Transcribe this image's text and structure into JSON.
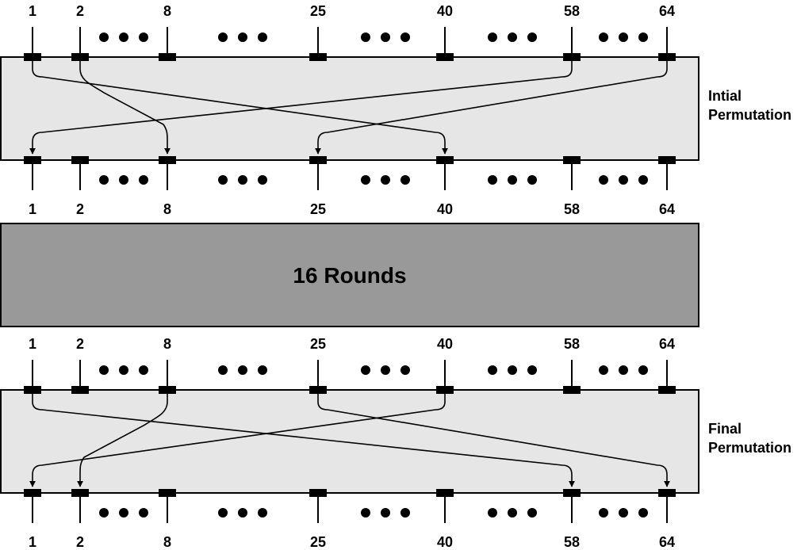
{
  "positions": [
    "1",
    "2",
    "8",
    "25",
    "40",
    "58",
    "64"
  ],
  "colors": {
    "permutation_box": "#e6e6e6",
    "rounds_box": "#999999",
    "stroke": "#000000"
  },
  "initial_permutation": {
    "label_line1": "Intial",
    "label_line2": "Permutation",
    "mappings": [
      {
        "from": "1",
        "to": "40"
      },
      {
        "from": "2",
        "to": "8"
      },
      {
        "from": "58",
        "to": "1"
      },
      {
        "from": "64",
        "to": "25"
      }
    ]
  },
  "rounds": {
    "label": "16 Rounds"
  },
  "final_permutation": {
    "label_line1": "Final",
    "label_line2": "Permutation",
    "mappings": [
      {
        "from": "1",
        "to": "58"
      },
      {
        "from": "8",
        "to": "2"
      },
      {
        "from": "25",
        "to": "64"
      },
      {
        "from": "40",
        "to": "1"
      }
    ]
  }
}
